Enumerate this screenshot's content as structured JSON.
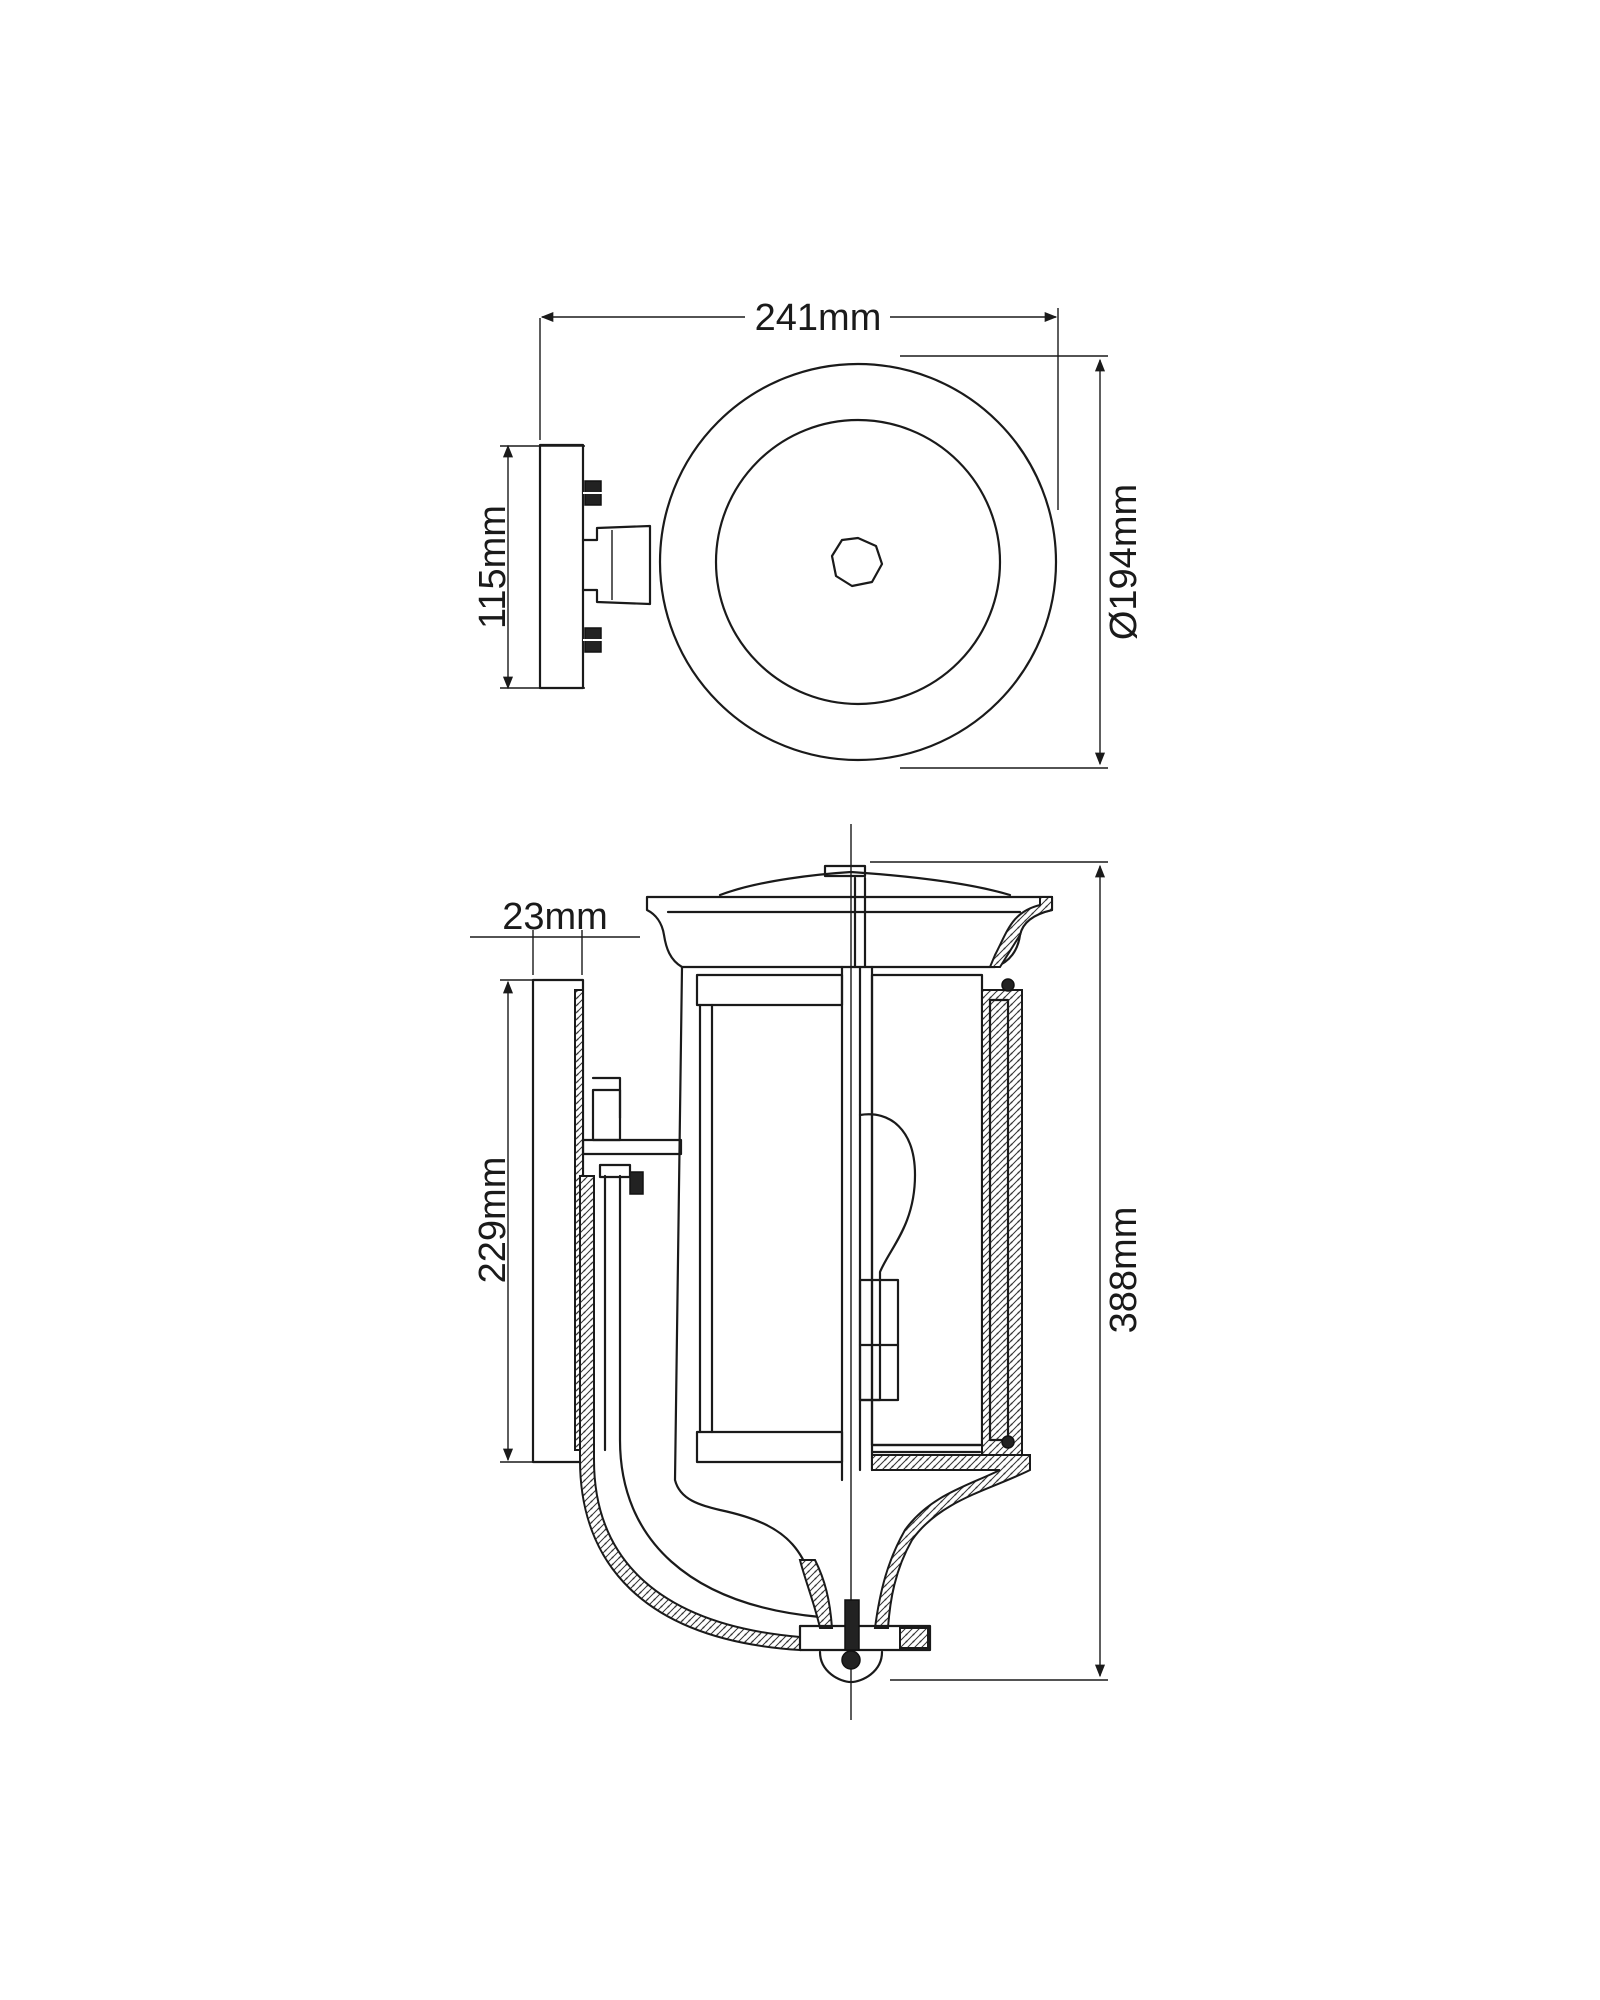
{
  "dimensions": {
    "plan_width": "241mm",
    "plan_backplate_height": "115mm",
    "plan_diameter": "Ø194mm",
    "side_backplate_depth": "23mm",
    "side_backplate_height": "229mm",
    "side_total_height": "388mm"
  },
  "colors": {
    "line": "#1a1a1a",
    "background": "#ffffff"
  }
}
